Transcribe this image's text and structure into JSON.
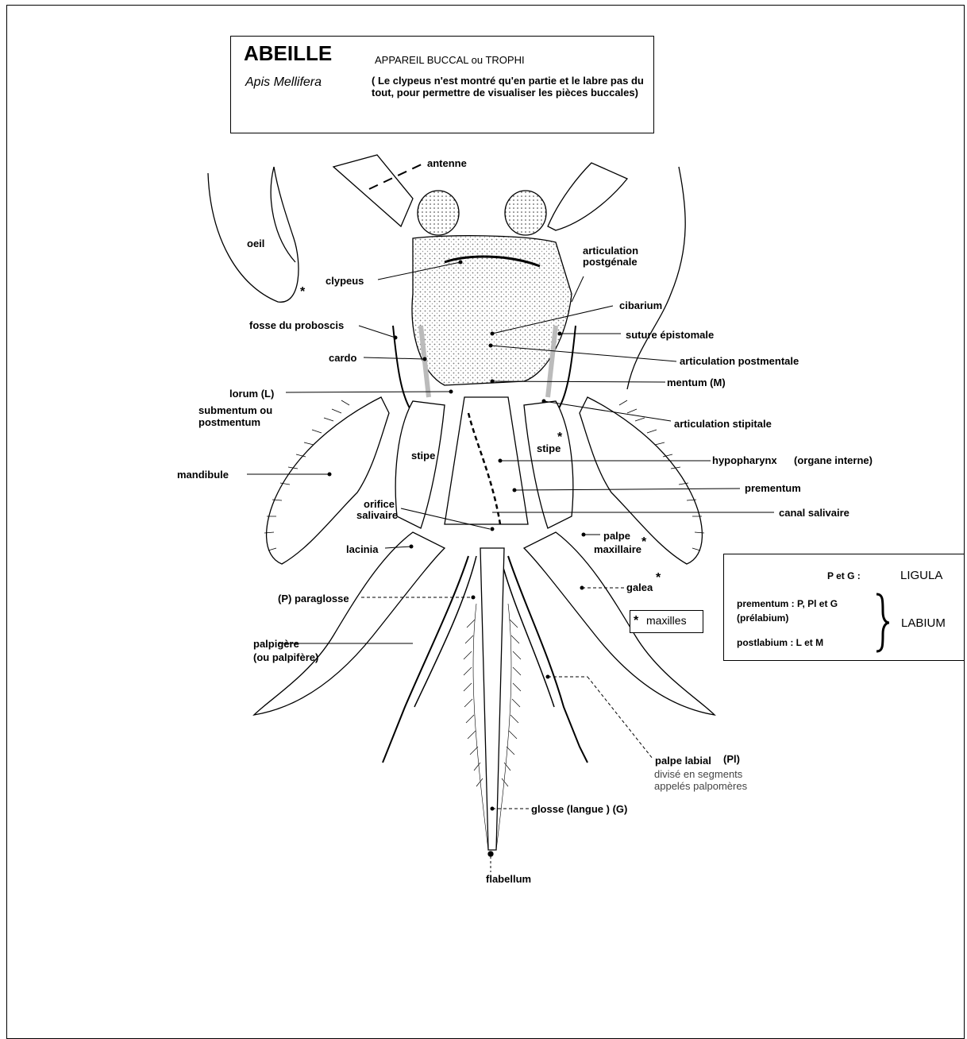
{
  "header": {
    "title": "ABEILLE",
    "species": "Apis Mellifera",
    "subtitle": "APPAREIL BUCCAL ou TROPHI",
    "note": "( Le clypeus n'est montré qu'en partie et le labre pas du tout, pour permettre de visualiser les pièces buccales)"
  },
  "labels": {
    "antenne": "antenne",
    "oeil": "oeil",
    "clypeus": "clypeus",
    "articulation_postgenale_1": "articulation",
    "articulation_postgenale_2": "postgénale",
    "cibarium": "cibarium",
    "fosse": "fosse du proboscis",
    "suture": "suture épistomale",
    "cardo": "cardo",
    "art_postmentale": "articulation postmentale",
    "mentum": "mentum  (M)",
    "lorum": "lorum  (L)",
    "submentum_1": "submentum ou",
    "submentum_2": "postmentum",
    "art_stipitale": "articulation  stipitale",
    "stipe_left": "stipe",
    "stipe_right": "stipe",
    "hypopharynx": "hypopharynx",
    "hypopharynx_note": "(organe interne)",
    "mandibule": "mandibule",
    "prementum": "prementum",
    "orifice_1": "orifice",
    "orifice_2": "salivaire",
    "canal": "canal salivaire",
    "palpe_max_1": "palpe",
    "palpe_max_2": "maxillaire",
    "lacinia": "lacinia",
    "galea": "galea",
    "paraglosse": "(P) paraglosse",
    "palpigere_1": "palpigère",
    "palpigere_2": "(ou palpifère)",
    "palpe_labial": "palpe labial",
    "palpe_labial_abbr": "(Pl)",
    "palpe_labial_note_1": "divisé en segments",
    "palpe_labial_note_2": "appelés palpomères",
    "glosse": "glosse  (langue )  (G)",
    "flabellum": "flabellum",
    "star": "*"
  },
  "maxilles_box": {
    "label": "maxilles",
    "star": "*"
  },
  "legend": {
    "pg_label": "P et G :",
    "ligula": "LIGULA",
    "prementum_label": "prementum :  P, Pl et G",
    "prelabium": "(prélabium)",
    "postlabium_label": "postlabium :  L et M",
    "labium": "LABIUM"
  }
}
